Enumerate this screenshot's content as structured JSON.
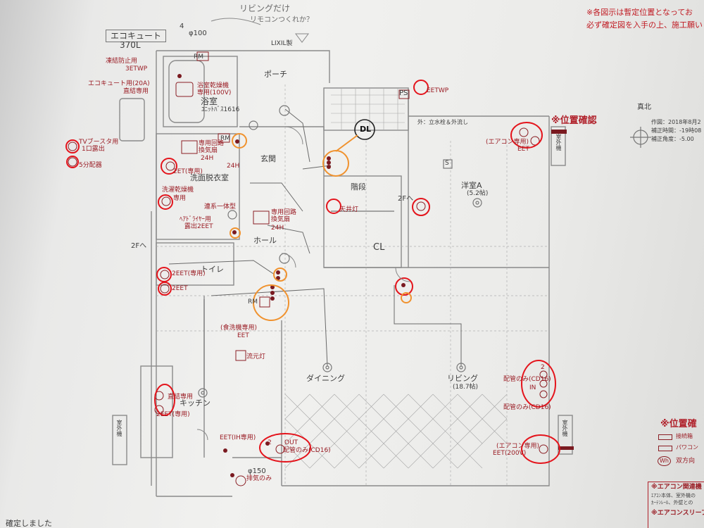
{
  "notes": {
    "top1": "※各図示は暫定位置となってお",
    "top2": "必ず確定図を入手の上、施工願い",
    "bottom": "確定しました"
  },
  "handwritten": {
    "memo1": "リビングだけ",
    "memo2": "リモコンつくれか？"
  },
  "location_check": {
    "title": "※位置確認",
    "title2": "※位置確",
    "legend": [
      "接続箱",
      "パワコン",
      "双方向"
    ],
    "wh_label": "Wh"
  },
  "north": {
    "label": "真北",
    "line1": "作図：2018年8月2",
    "line2": "補正時間：-19時08",
    "line3": "補正角度：-5.00"
  },
  "aircon_notes": {
    "title1": "※エアコン関連機",
    "line1": "ｴｱｺﾝ本体、室外機の",
    "line2": "ｶｰﾃﾝﾚｰﾙ、外壁との",
    "title2": "※エアコンスリーブ"
  },
  "rooms": {
    "ecocute": "エコキュート",
    "ecocute_cap": "370L",
    "lixil": "LIXIL製",
    "porch": "ポーチ",
    "bath": "浴室",
    "bath_size": "ﾕﾆｯﾄﾊﾞｽ1616",
    "entrance": "玄関",
    "washroom": "洗面脱衣室",
    "stairs": "階段",
    "hall": "ホール",
    "closet": "CL",
    "western_a": "洋室A",
    "western_a_size": "(5.2帖)",
    "toilet": "トイレ",
    "dining": "ダイニング",
    "living": "リビング",
    "living_size": "(18.7帖)",
    "kitchen": "キッチン",
    "to_2f": "2Fへ",
    "to_2f_b": "2Fへ",
    "ps": "PS",
    "outdoor_unit": "室外機",
    "outdoor_unit2": "室外機",
    "outdoor_unit3": "室外機",
    "water_tap": "外：立水栓＆外流し"
  },
  "symbols": {
    "rm1": "RM",
    "rm2": "RM",
    "rm3": "RM",
    "dl_big": "DL",
    "s_mark": "S",
    "phi100": "φ100",
    "phi150": "φ150",
    "num4": "4"
  },
  "red_labels": {
    "freeze": "凍結防止用",
    "freeze2": "3ETWP",
    "ecocute_direct": "エコキュート用(20A)",
    "ecocute_direct2": "直結専用",
    "bath_dry": "浴室乾燥機",
    "bath_dry2": "専用(100V)",
    "tv_booster": "TVブースタ用",
    "tv_booster2": "1口露出",
    "distrib": "5分配器",
    "et": "2ET(専用)",
    "washer": "洗濯乾燥機",
    "washer2": "専用",
    "dedicated_vent": "専用回路",
    "dedicated_vent2": "換気扇",
    "h24": "24H",
    "h24b": "24H",
    "h24c": "24H",
    "hair_dryer": "ﾍｱﾄﾞﾗｲﾔｰ用",
    "hair_dryer2": "露出2EET",
    "linked": "連系一体型",
    "vent_hall": "専用回路",
    "vent_hall2": "換気扇",
    "eetwp": "EETWP",
    "aircon_a": "(エアコン専用)",
    "aircon_a2": "EET",
    "ceiling_light": "天井灯",
    "eet_toilet": "2EET(専用)",
    "eet2": "2EET",
    "food_washer": "(食洗機専用)",
    "eet_food": "EET",
    "flow_light": "流元灯",
    "kitchen_direct": "直結専用",
    "kitchen_2eet": "2EET(専用)",
    "ih": "EET(IH専用)",
    "out": "OUT",
    "pipe_only": "配管のみ(CD16)",
    "pipe_only2": "配管のみ(CD16)",
    "pipe_only3": "配管のみ(CD16)",
    "in": "IN",
    "aircon_liv": "(エアコン専用)",
    "aircon_liv2": "EET(200V)",
    "exhaust": "排気のみ",
    "n2": "2",
    "n2b": "2"
  }
}
